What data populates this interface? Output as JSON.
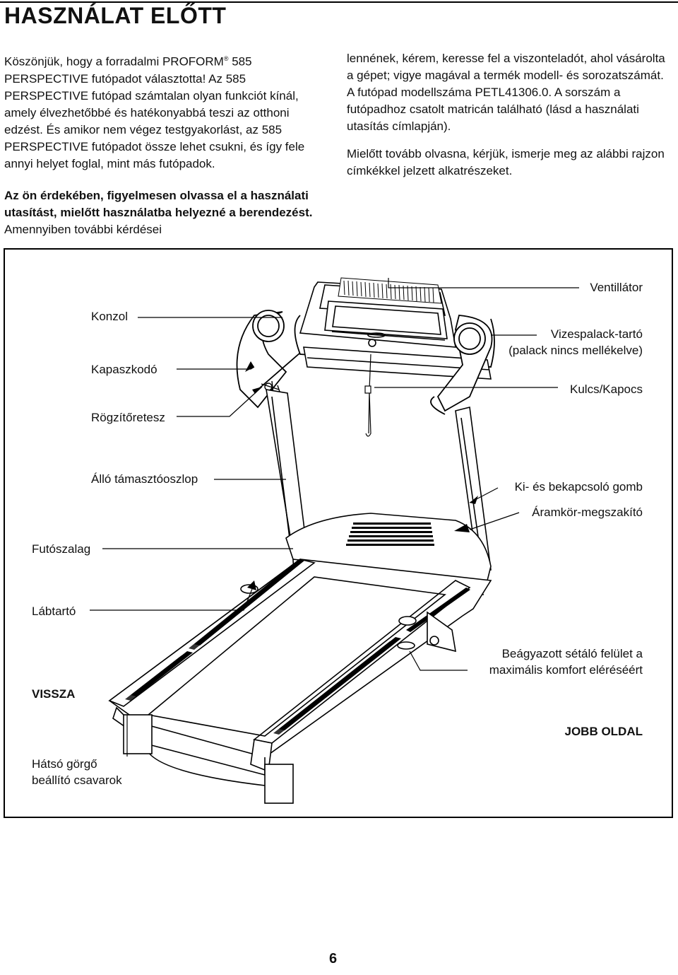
{
  "page": {
    "title": "HASZNÁLAT ELŐTT",
    "page_number": "6"
  },
  "intro": {
    "p1_a": "Köszönjük, hogy a forradalmi PROFORM",
    "p1_reg": "®",
    "p1_b": " 585 PERSPECTIVE futópadot választotta! Az 585 PERSPECTIVE futópad számtalan olyan funkciót kínál, amely élvezhetőbbé és hatékonyabbá teszi az otthoni edzést. És amikor nem végez testgyakorlást, az 585 PERSPECTIVE futópadot össze lehet csukni, és így fele annyi helyet foglal, mint más futópadok.",
    "p2_bold": "Az ön érdekében, figyelmesen olvassa el a használati utasítást, mielőtt használatba helyezné a berendezést.",
    "p2_rest": " Amennyiben további kérdései",
    "p3": "lennének, kérem, keresse fel a viszonteladót, ahol vásárolta a gépet; vigye magával a termék modell- és sorozatszámát. A futópad modellszáma PETL41306.0. A sorszám a futópadhoz csatolt matricán található (lásd a használati utasítás címlapján).",
    "p4": "Mielőtt tovább olvasna, kérjük, ismerje meg az alábbi rajzon címkékkel jelzett alkatrészeket."
  },
  "diagram": {
    "labels_left": {
      "konzol": "Konzol",
      "kapaszkodo": "Kapaszkodó",
      "rogzitoretesz": "Rögzítőretesz",
      "allo": "Álló támasztóoszlop",
      "futoszalag": "Futószalag",
      "labtarto": "Lábtartó",
      "vissza": "VISSZA",
      "hatso_1": "Hátsó görgő",
      "hatso_2": "beállító csavarok"
    },
    "labels_right": {
      "ventillator": "Ventillátor",
      "vizespalack_1": "Vizespalack-tartó",
      "vizespalack_2": "(palack nincs mellékelve)",
      "kulcs": "Kulcs/Kapocs",
      "kibe": "Ki- és bekapcsoló gomb",
      "aramkor": "Áramkör-megszakító",
      "beagyazott_1": "Beágyazott sétáló felület a",
      "beagyazott_2": "maximális komfort eléréséért",
      "jobb": "JOBB OLDAL"
    }
  }
}
